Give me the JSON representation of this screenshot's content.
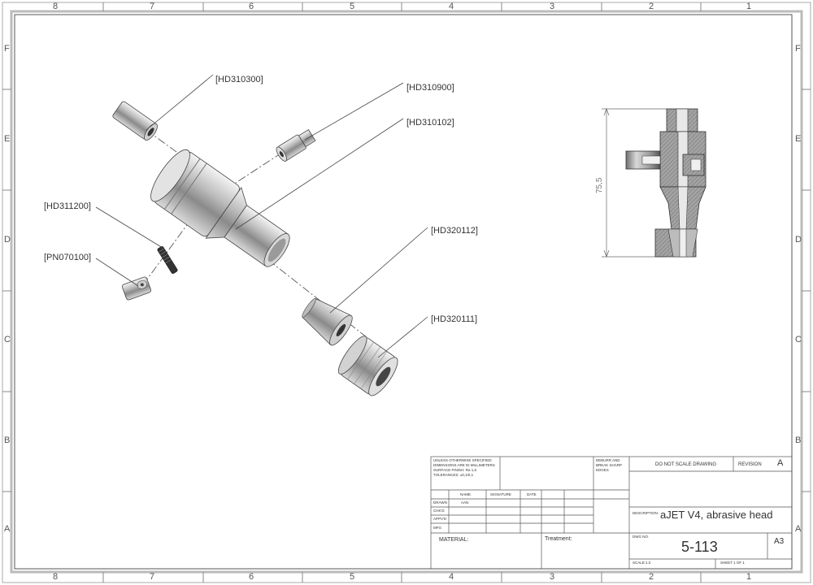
{
  "border": {
    "columns": [
      "8",
      "7",
      "6",
      "5",
      "4",
      "3",
      "2",
      "1"
    ],
    "rows": [
      "F",
      "E",
      "D",
      "C",
      "B",
      "A"
    ]
  },
  "callouts": [
    {
      "id": "hd310300",
      "label": "[HD310300]"
    },
    {
      "id": "hd310900",
      "label": "[HD310900]"
    },
    {
      "id": "hd310102",
      "label": "[HD310102]"
    },
    {
      "id": "hd311200",
      "label": "[HD311200]"
    },
    {
      "id": "pn070100",
      "label": "[PN070100]"
    },
    {
      "id": "hd320112",
      "label": "[HD320112]"
    },
    {
      "id": "hd320111",
      "label": "[HD320111]"
    }
  ],
  "section_view": {
    "dimension": "75,5"
  },
  "title_block": {
    "notes": [
      "UNLESS OTHERWISE SPECIFIED:",
      "DIMENSIONS ARE IN MILLIMETERS",
      "SURFACE FINISH: Ra 1,6",
      "TOLERANCES: ±0,1/0,1"
    ],
    "deburr": [
      "DEBURR AND",
      "BREAK SHARP",
      "EDGES"
    ],
    "do_not_scale": "DO NOT SCALE DRAWING",
    "revision_label": "REVISION",
    "revision": "A",
    "grid_headers": [
      "NAME",
      "SIGNATURE",
      "DATE"
    ],
    "grid_rows": [
      "DRAWN",
      "CHK'D",
      "APPV'D",
      "MFG"
    ],
    "drawn_name": "AAN",
    "description_label": "DESCRIPTION:",
    "description": "aJET V4, abrasive head",
    "material_label": "MATERIAL:",
    "treatment_label": "Treatment:",
    "dwg_no_label": "DWG NO.",
    "dwg_no": "5-113",
    "size": "A3",
    "scale": "SCALE:1:2",
    "sheet": "SHEET 1 OF 1"
  }
}
